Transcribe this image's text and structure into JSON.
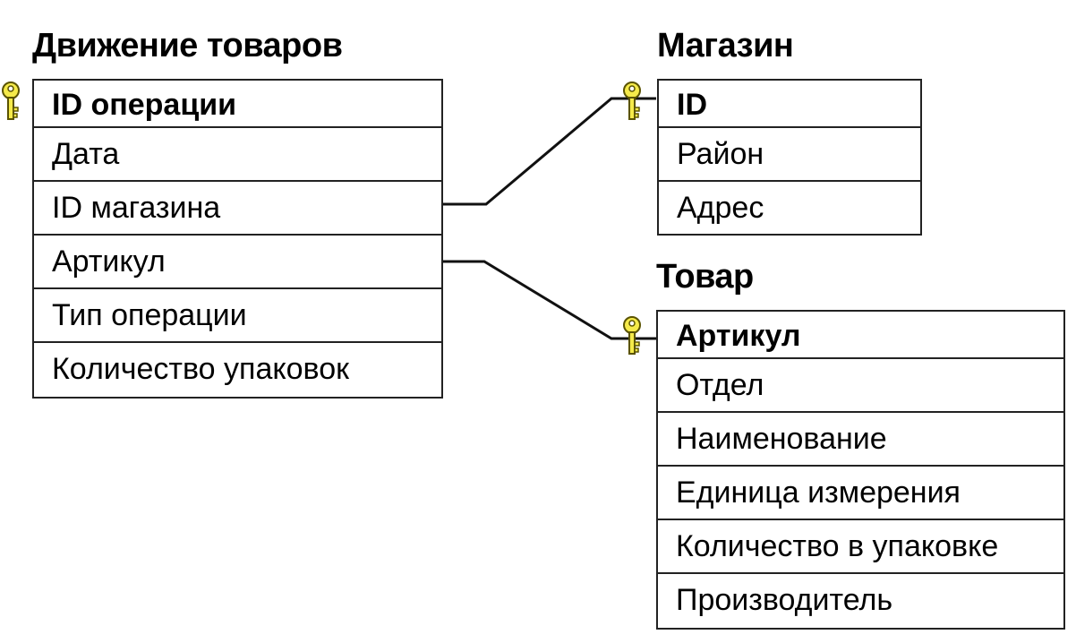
{
  "tables": {
    "movement": {
      "title": "Движение товаров",
      "fields": [
        "ID операции",
        "Дата",
        "ID магазина",
        "Артикул",
        "Тип операции",
        "Количество упаковок"
      ]
    },
    "store": {
      "title": "Магазин",
      "fields": [
        "ID",
        "Район",
        "Адрес"
      ]
    },
    "product": {
      "title": "Товар",
      "fields": [
        "Артикул",
        "Отдел",
        "Наименование",
        "Единица измерения",
        "Количество в упаковке",
        "Производитель"
      ]
    }
  },
  "relations": [
    {
      "from": "Движение товаров.ID магазина",
      "to": "Магазин.ID"
    },
    {
      "from": "Движение товаров.Артикул",
      "to": "Товар.Артикул"
    }
  ],
  "colors": {
    "key_fill": "#f5ea4a",
    "key_stroke": "#5a5300",
    "line": "#111111",
    "border": "#222222"
  },
  "icons": {
    "primary_key": "key-icon"
  }
}
